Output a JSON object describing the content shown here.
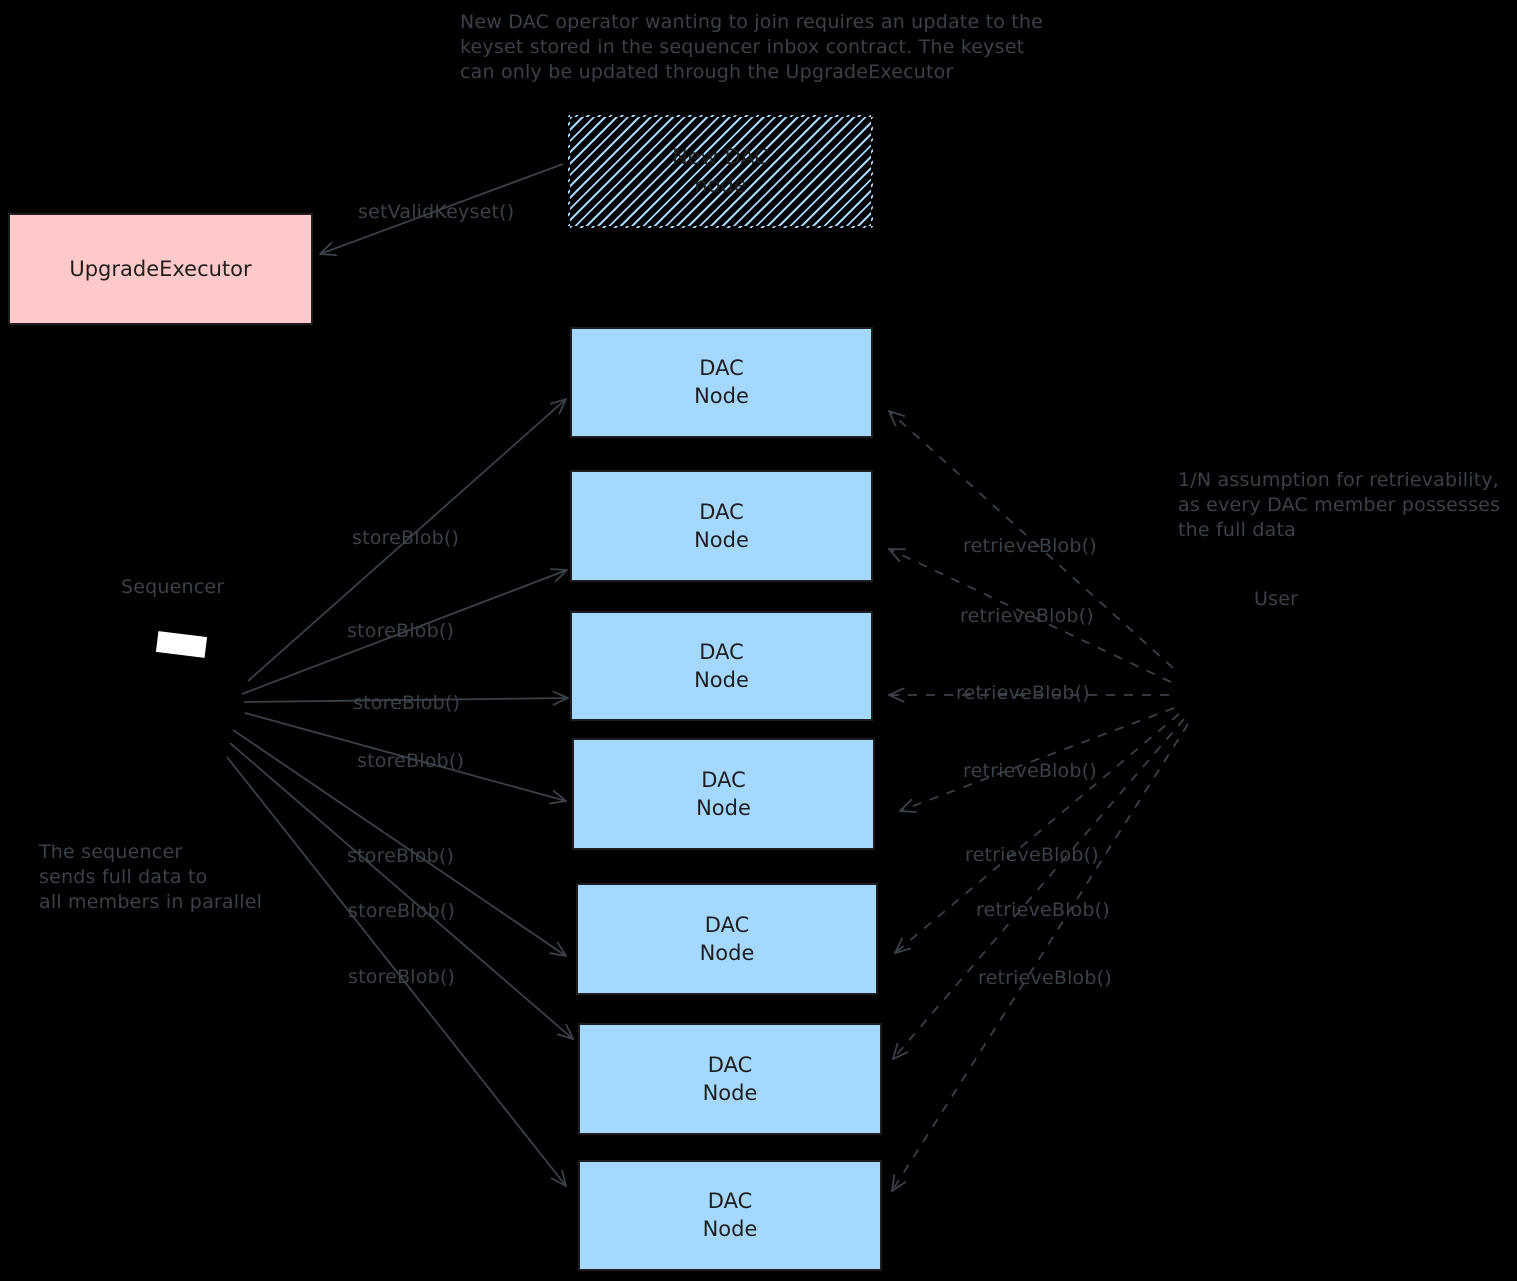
{
  "colors": {
    "background": "#000000",
    "node_fill": "#a5d8ff",
    "executor_fill": "#ffc9c9",
    "ink": "#1e1e1e",
    "annotation": "#3b4148",
    "laptop_screen": "#ffffff"
  },
  "notes": {
    "top": [
      "New DAC operator wanting to join requires an update to the",
      "keyset stored in the sequencer inbox contract. The keyset",
      "can only be updated through the UpgradeExecutor"
    ],
    "left": [
      "The sequencer",
      "sends full data to",
      "all members in parallel"
    ],
    "right": [
      "1/N assumption for retrievability,",
      "as every DAC member possesses",
      "the full data"
    ]
  },
  "actors": {
    "sequencer": {
      "label": "Sequencer"
    },
    "user": {
      "label": "User"
    }
  },
  "boxes": {
    "upgrade_executor": {
      "label": "UpgradeExecutor"
    },
    "new_dac_node": {
      "line1": "New DAC",
      "line2": "node"
    },
    "dac_nodes": [
      {
        "line1": "DAC",
        "line2": "Node"
      },
      {
        "line1": "DAC",
        "line2": "Node"
      },
      {
        "line1": "DAC",
        "line2": "Node"
      },
      {
        "line1": "DAC",
        "line2": "Node"
      },
      {
        "line1": "DAC",
        "line2": "Node"
      },
      {
        "line1": "DAC",
        "line2": "Node"
      },
      {
        "line1": "DAC",
        "line2": "Node"
      }
    ]
  },
  "arrow_labels": {
    "set_valid_keyset": "setValidKeyset()",
    "store_blob": [
      "storeBlob()",
      "storeBlob()",
      "storeBlob()",
      "storeBlob()",
      "storeBlob()",
      "storeBlob()",
      "storeBlob()"
    ],
    "retrieve_blob": [
      "retrieveBlob()",
      "retrieveBlob()",
      "retrieveBlob()",
      "retrieveBlob()",
      "retrieveBlob()",
      "retrieveBlob()",
      "retrieveBlob()"
    ]
  }
}
